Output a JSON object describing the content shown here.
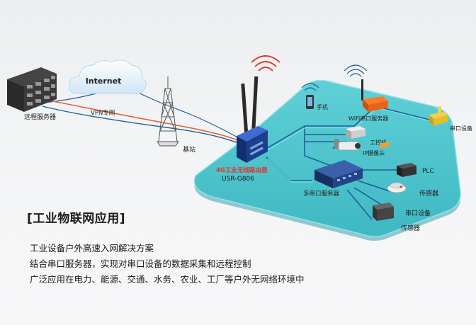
{
  "network": {
    "remote_server": "远程服务器",
    "internet": "Internet",
    "vpn": "VPN专网",
    "base_station": "基站",
    "router_name": "4G工业无线路由器",
    "router_model": "USR-G806",
    "phone": "手机",
    "wifi_server": "WiFi串口服务器",
    "serial_device_top": "串口设备",
    "ipc": "工控机",
    "ip_camera": "IP摄像头",
    "multi_serial_server": "多串口服务器",
    "plc": "PLC",
    "sensor_1": "传感器",
    "serial_device_bottom": "串口设备",
    "sensor_2": "传感器"
  },
  "section": {
    "title": "[工业物联网应用]",
    "lines": [
      "工业设备户外高速入网解决方案",
      "结合串口服务器，实现对串口设备的数据采集和远程控制",
      "广泛应用在电力、能源、交通、水务、农业、工厂等户外无网络环境中"
    ]
  },
  "colors": {
    "platform": "#53c7cf",
    "platform_edge": "#2fa5b0",
    "link_blue": "#1f5f9a",
    "vpn_line": "#e0623a",
    "router_body": "#1d3f8a",
    "label_red": "#e0352b"
  }
}
